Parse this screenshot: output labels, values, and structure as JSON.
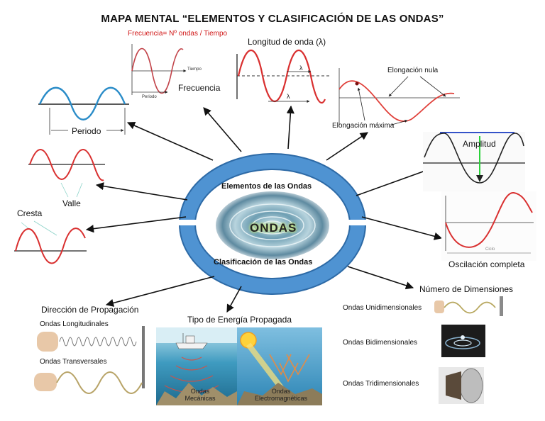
{
  "title": "MAPA MENTAL “ELEMENTOS Y CLASIFICACIÓN DE LAS ONDAS”",
  "center": {
    "top_label": "Elementos de las Ondas",
    "middle_label": "ONDAS",
    "bottom_label": "Clasificación de las Ondas"
  },
  "elements": {
    "frequency_formula": "Frecuencia= Nº ondas / Tiempo",
    "frequency_axis_tiempo": "Tiempo",
    "frequency_axis_periodo": "Periodo",
    "frequency": "Frecuencia",
    "wavelength": "Longitud de onda (λ)",
    "lambda_symbol": "λ",
    "null_elongation": "Elongación nula",
    "max_elongation": "Elongación máxima",
    "period": "Periodo",
    "amplitude": "Amplitud",
    "valley": "Valle",
    "crest": "Cresta",
    "full_oscillation": "Oscilación completa",
    "cycle_tag": "Ciclo"
  },
  "classification": {
    "dimensions": {
      "heading": "Número de Dimensiones",
      "items": [
        "Ondas Unidimensionales",
        "Ondas Bidimensionales",
        "Ondas Tridimensionales"
      ]
    },
    "propagation": {
      "heading": "Dirección de Propagación",
      "items": [
        "Ondas Longitudinales",
        "Ondas Transversales"
      ]
    },
    "energy": {
      "heading": "Tipo de Energía Propagada",
      "mechanical": [
        "Ondas",
        "Mecánicas"
      ],
      "electromagnetic": [
        "Ondas",
        "Electromagnéticas"
      ]
    }
  },
  "colors": {
    "ring": "#4f93d2",
    "ring_edge": "#2d6aa6",
    "wave_red": "#d93030",
    "wave_blue": "#2a8cc8",
    "arrow": "#111111"
  }
}
